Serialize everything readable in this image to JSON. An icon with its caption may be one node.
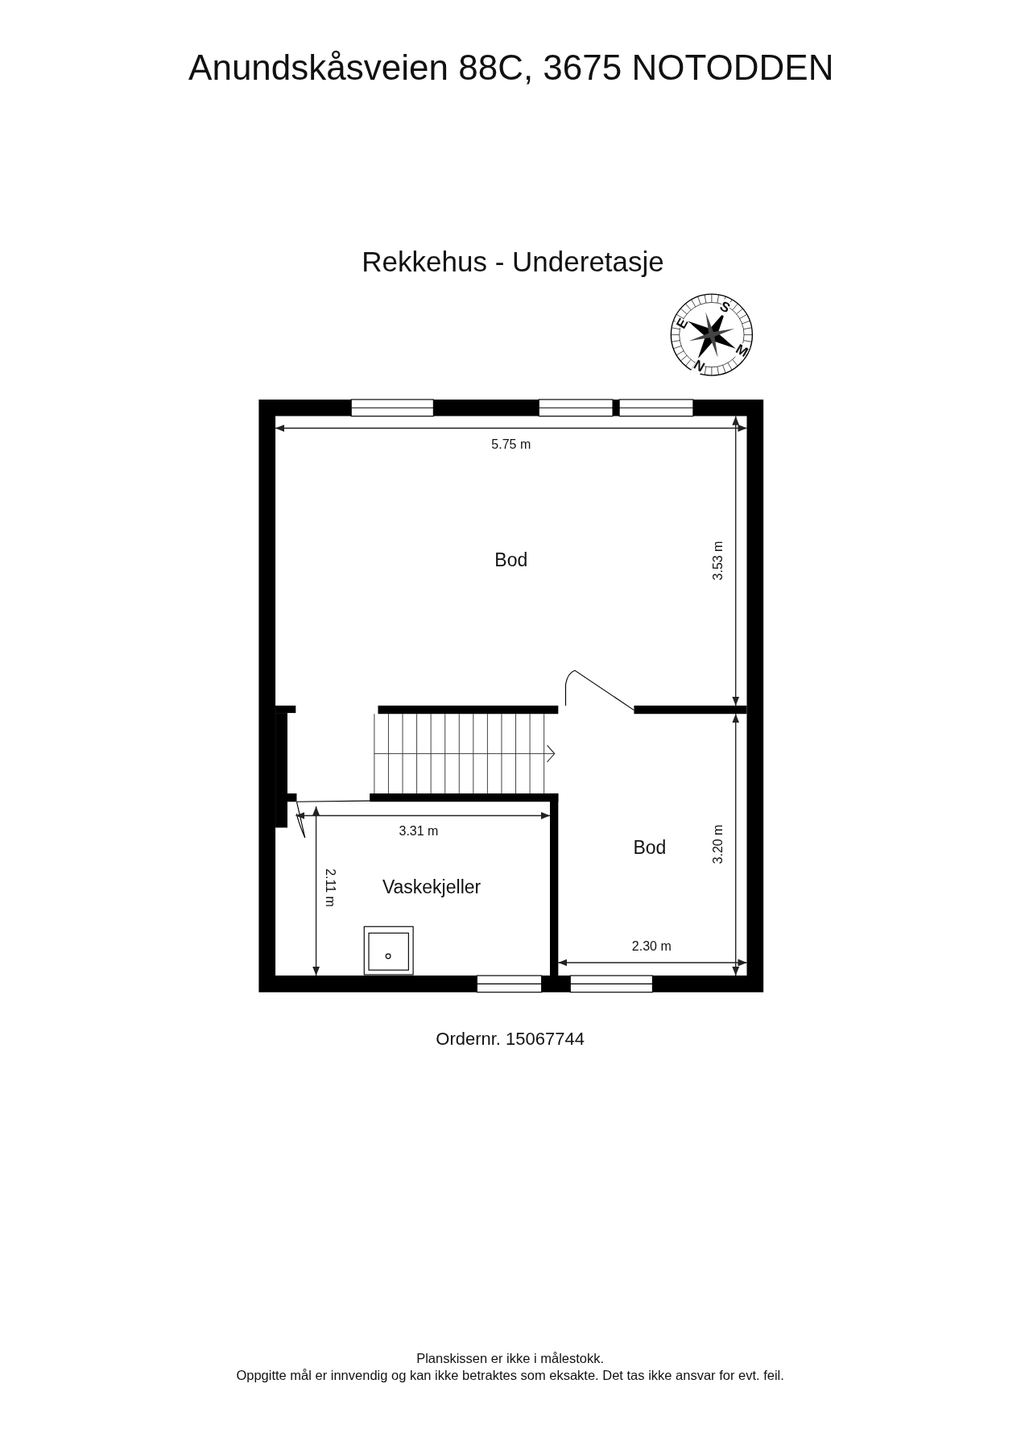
{
  "diagram": {
    "title": "Anundskåsveien 88C, 3675 NOTODDEN",
    "nodes": [
      {
        "text": [
          "Bod"
        ]
      },
      {
        "text": [
          "Bod"
        ]
      },
      {
        "text": [
          "Vaskekjeller"
        ]
      }
    ],
    "labels": [
      "Rekkehus - Underetasje",
      "S",
      "E",
      "M",
      "N",
      "5.75 m",
      "3.53 m",
      "3.20 m",
      "3.31 m",
      "2.11 m",
      "2.30 m",
      "Ordernr. 15067744",
      "Planskissen er ikke i målestokk.",
      "Oppgitte mål er innvendig og kan ikke betraktes som eksakte. Det tas ikke ansvar for evt. feil."
    ]
  }
}
